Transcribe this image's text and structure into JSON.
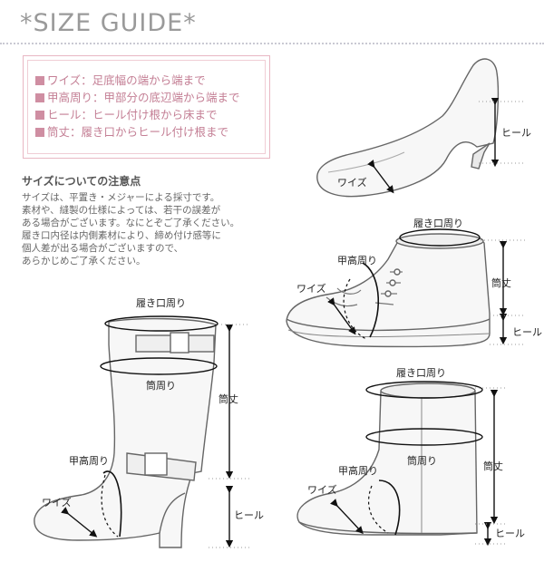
{
  "header": {
    "title": "*SIZE GUIDE*"
  },
  "legend": {
    "items": [
      "ワイズ：足底幅の端から端まで",
      "甲高周り：甲部分の底辺端から端まで",
      "ヒール：ヒール付け根から床まで",
      "筒丈：履き口からヒール付け根まで"
    ]
  },
  "notes": {
    "heading": "サイズについての注意点",
    "lines": [
      "サイズは、平置き・メジャーによる採寸です。",
      "素材や、縫製の仕様によっては、若干の誤差が",
      "ある場合がございます。なにとぞご了承ください。",
      "履き口内径は内側素材により、締め付け感等に",
      "個人差が出る場合がございますので、",
      "あらかじめご了承ください。"
    ]
  },
  "pump": {
    "heel": "ヒール",
    "width": "ワイズ"
  },
  "sneaker": {
    "opening": "履き口周り",
    "instep": "甲高周り",
    "width": "ワイズ",
    "shaft": "筒丈",
    "heel": "ヒール"
  },
  "tall_boot": {
    "opening": "履き口周り",
    "calf": "筒周り",
    "shaft": "筒丈",
    "instep": "甲高周り",
    "width": "ワイズ",
    "heel": "ヒール"
  },
  "flat_boot": {
    "opening": "履き口周り",
    "shaft_circ": "筒周り",
    "instep": "甲高周り",
    "shaft": "筒丈",
    "width": "ワイズ",
    "heel": "ヒール"
  },
  "colors": {
    "accent": "#cf8ea2",
    "line": "#555555",
    "title": "#9a9a9a"
  }
}
